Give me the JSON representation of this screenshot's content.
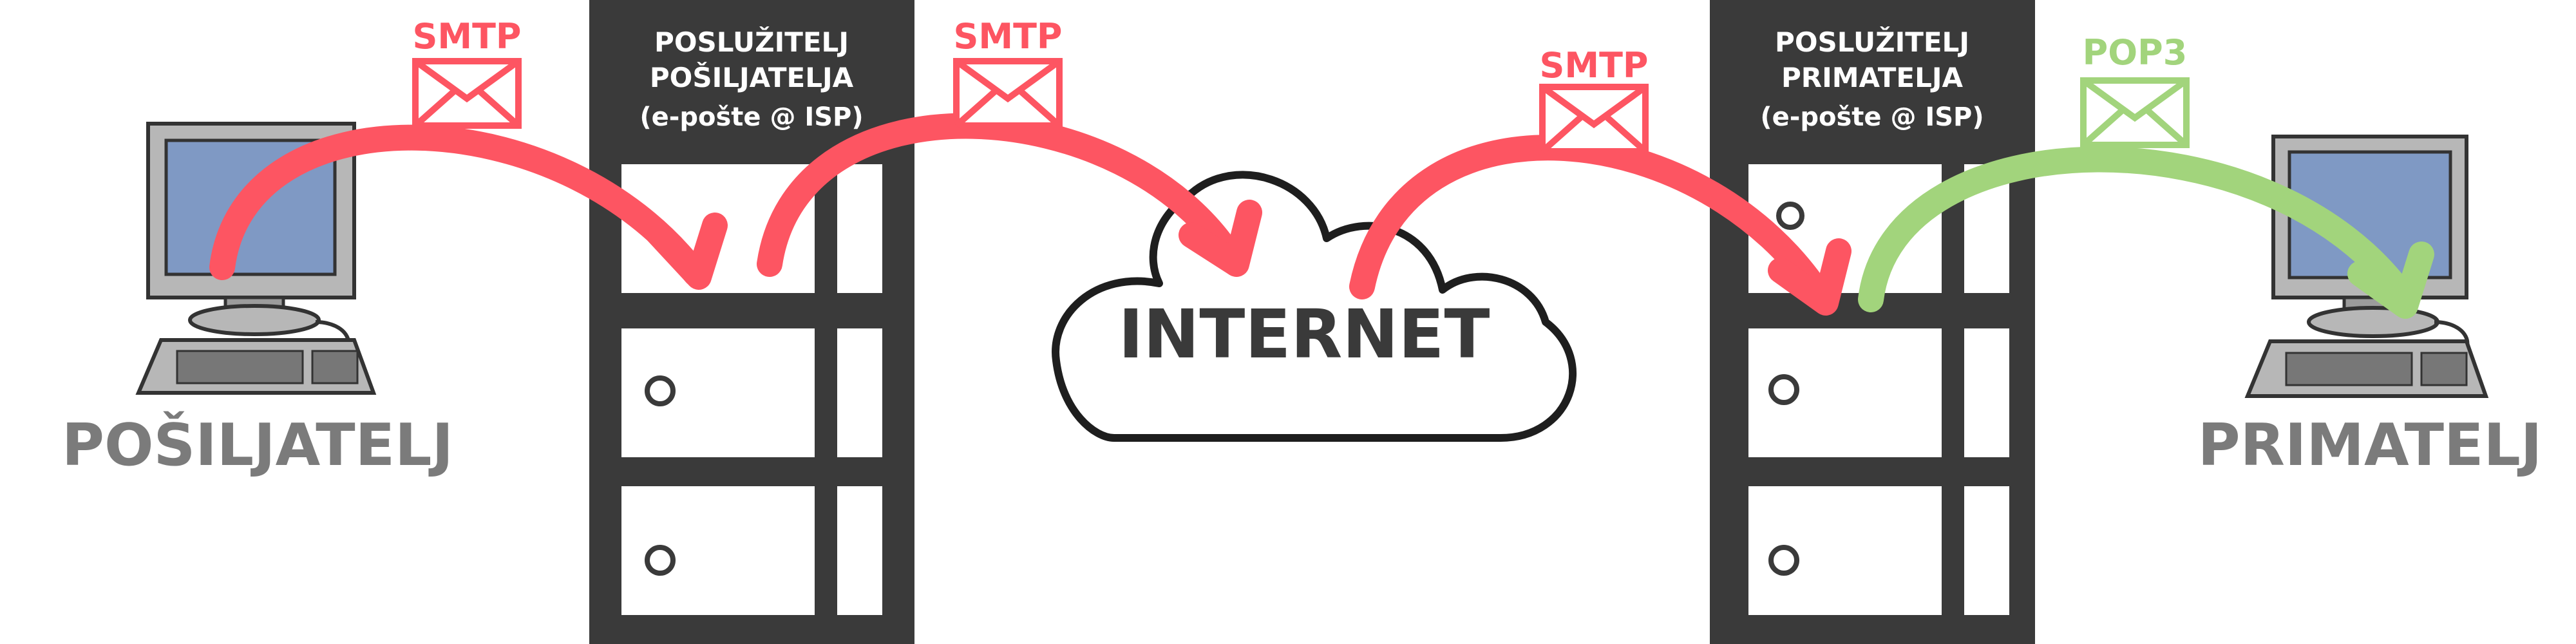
{
  "labels": {
    "sender": "POŠILJATELJ",
    "recipient": "PRIMATELJ",
    "internet": "INTERNET"
  },
  "servers": {
    "sender_lines": [
      "POSLUŽITELJ",
      "POŠILJATELJA",
      "(e-pošte @ ISP)"
    ],
    "recipient_lines": [
      "POSLUŽITELJ",
      "PRIMATELJA",
      "(e-pošte @ ISP)"
    ]
  },
  "protocols": {
    "p1": "SMTP",
    "p2": "SMTP",
    "p3": "SMTP",
    "p4": "POP3"
  },
  "colors": {
    "smtp": "#fd5562",
    "pop3": "#a2d47c",
    "server": "#3a3a3a",
    "label": "#7b7b7b",
    "monitor_screen": "#7f99c4"
  }
}
